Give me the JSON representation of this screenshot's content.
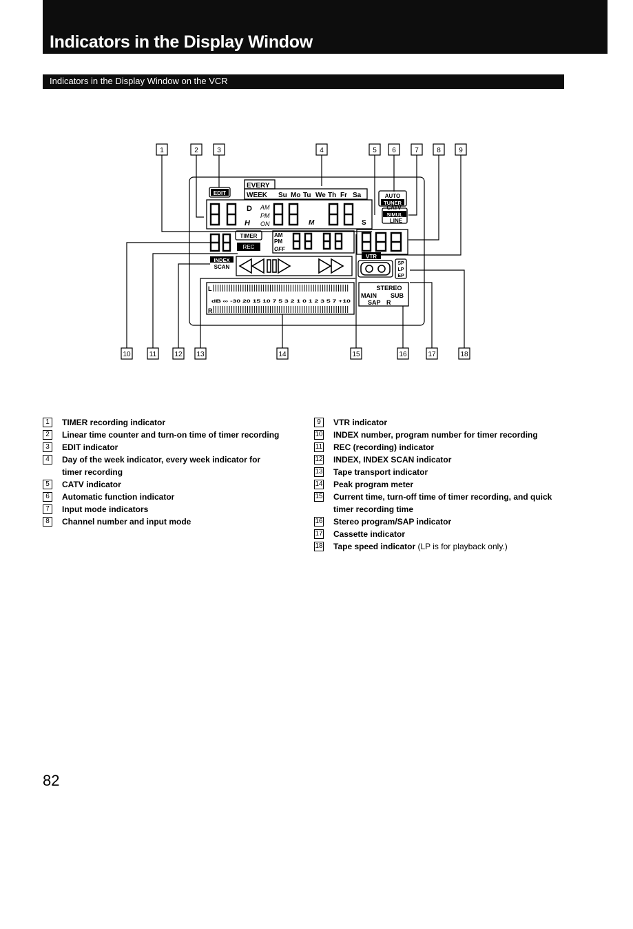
{
  "header": {
    "title": "Indicators in the Display Window",
    "subtitle": "Indicators in the Display Window on the VCR"
  },
  "callouts": {
    "top": [
      "1",
      "2",
      "3",
      "4",
      "5",
      "6",
      "7",
      "8",
      "9"
    ],
    "bottom": [
      "10",
      "11",
      "12",
      "13",
      "14",
      "15",
      "16",
      "17",
      "18"
    ]
  },
  "display": {
    "edit": "EDIT",
    "every": "EVERY",
    "week": "WEEK",
    "days": [
      "Su",
      "Mo",
      "Tu",
      "We",
      "Th",
      "Fr",
      "Sa"
    ],
    "d": "D",
    "h": "H",
    "am": "AM",
    "pm": "PM",
    "on": "ON",
    "m": "M",
    "s": "S",
    "auto": "AUTO",
    "tuner": "TUNER",
    "catv": "CATV",
    "simul": "SIMUL",
    "line": "LINE",
    "timer": "TIMER",
    "rec": "REC",
    "am2": "AM",
    "pm2": "PM",
    "off": "OFF",
    "vtr": "VTR",
    "index": "INDEX",
    "scan": "SCAN",
    "sp": "SP",
    "lp": "LP",
    "ep": "EP",
    "meter_l": "L",
    "meter_r": "R",
    "meter_scale": "dB ∞ -30 20 15 10  7  5  3  2  1  0  1  2  3  5  7 +10",
    "stereo": "STEREO",
    "main": "MAIN",
    "sub": "SUB",
    "sap": "SAP",
    "r": "R"
  },
  "legend_left": [
    {
      "num": "1",
      "text": "TIMER recording indicator"
    },
    {
      "num": "2",
      "text": "Linear time counter and turn-on time of timer recording"
    },
    {
      "num": "3",
      "text": "EDIT indicator"
    },
    {
      "num": "4",
      "text": "Day of the week indicator, every week indicator for timer recording"
    },
    {
      "num": "5",
      "text": "CATV indicator"
    },
    {
      "num": "6",
      "text": "Automatic function indicator"
    },
    {
      "num": "7",
      "text": "Input mode indicators"
    },
    {
      "num": "8",
      "text": "Channel number and input mode"
    }
  ],
  "legend_right": [
    {
      "num": "9",
      "text": "VTR indicator"
    },
    {
      "num": "10",
      "text": "INDEX number, program number for timer recording"
    },
    {
      "num": "11",
      "text": "REC (recording) indicator"
    },
    {
      "num": "12",
      "text": "INDEX, INDEX SCAN indicator"
    },
    {
      "num": "13",
      "text": "Tape transport indicator"
    },
    {
      "num": "14",
      "text": "Peak program meter"
    },
    {
      "num": "15",
      "text": "Current time, turn-off time of timer recording, and quick timer recording time"
    },
    {
      "num": "16",
      "text": "Stereo program/SAP indicator"
    },
    {
      "num": "17",
      "text": "Cassette indicator"
    },
    {
      "num": "18",
      "text": "Tape speed indicator",
      "extra": " (LP is for playback only.)"
    }
  ],
  "page_number": "82"
}
